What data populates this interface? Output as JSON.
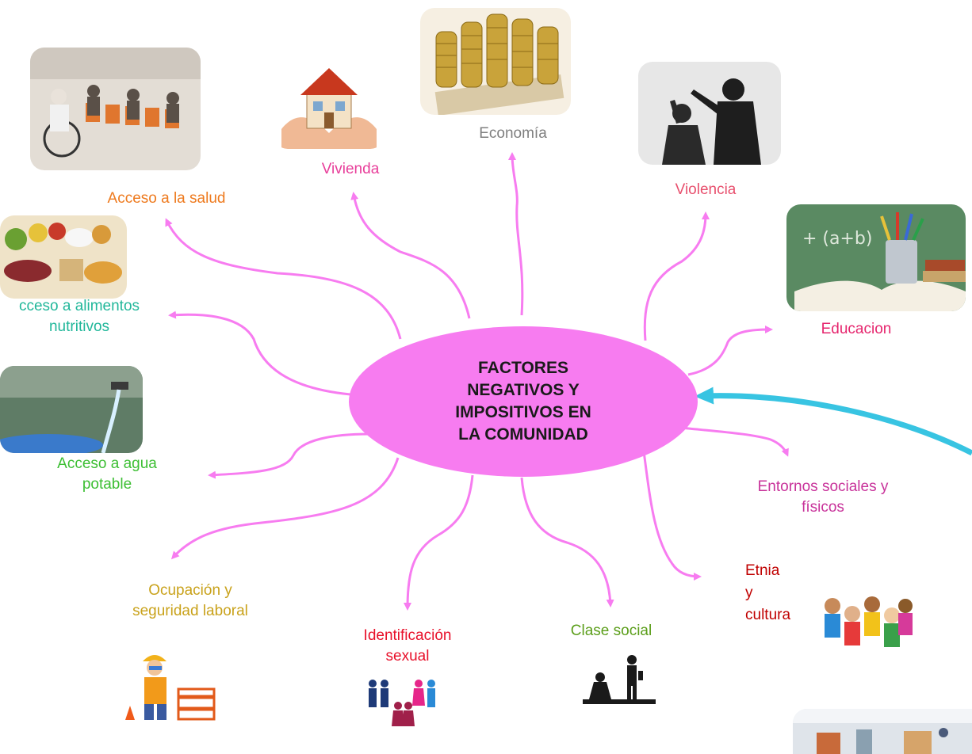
{
  "center": {
    "text": "FACTORES\nNEGATIVOS Y\nIMPOSITIVOS EN\nLA COMUNIDAD",
    "color": "#f77cf0"
  },
  "arrow_color": "#f77cf0",
  "feedback_arrow_color": "#38c4e2",
  "factors": [
    {
      "id": "economia",
      "text": "Economía",
      "color": "#7f7f7f",
      "image": "coins-icon"
    },
    {
      "id": "vivienda",
      "text": "Vivienda",
      "color": "#e83e9a",
      "image": "house-in-hands-icon"
    },
    {
      "id": "violencia",
      "text": "Violencia",
      "color": "#e8506e",
      "image": "violence-silhouette-icon"
    },
    {
      "id": "salud",
      "text": "Acceso a la salud",
      "color": "#ee7a1e",
      "image": "waiting-room-icon"
    },
    {
      "id": "alimentos",
      "text": "cceso a alimentos\nnutritivos",
      "color": "#21b79a",
      "image": "food-icon"
    },
    {
      "id": "educacion",
      "text": "Educacion",
      "color": "#e6266e",
      "image": "books-pencils-icon"
    },
    {
      "id": "agua",
      "text": "Acceso a agua\npotable",
      "color": "#3dbf34",
      "image": "water-tap-icon"
    },
    {
      "id": "entornos",
      "text": "Entornos sociales y\nfísicos",
      "color": "#c8329a",
      "image": ""
    },
    {
      "id": "ocupacion",
      "text": "Ocupación y\nseguridad laboral",
      "color": "#c9a21b",
      "image": "construction-worker-icon"
    },
    {
      "id": "etnia",
      "text": "Etnia y\ncultura",
      "color": "#c00000",
      "image": "children-cultures-icon"
    },
    {
      "id": "sexual",
      "text": "Identificación\nsexual",
      "color": "#e8102a",
      "image": "people-figures-icon"
    },
    {
      "id": "clase",
      "text": "Clase social",
      "color": "#5b9e1a",
      "image": "social-class-silhouette-icon"
    }
  ]
}
